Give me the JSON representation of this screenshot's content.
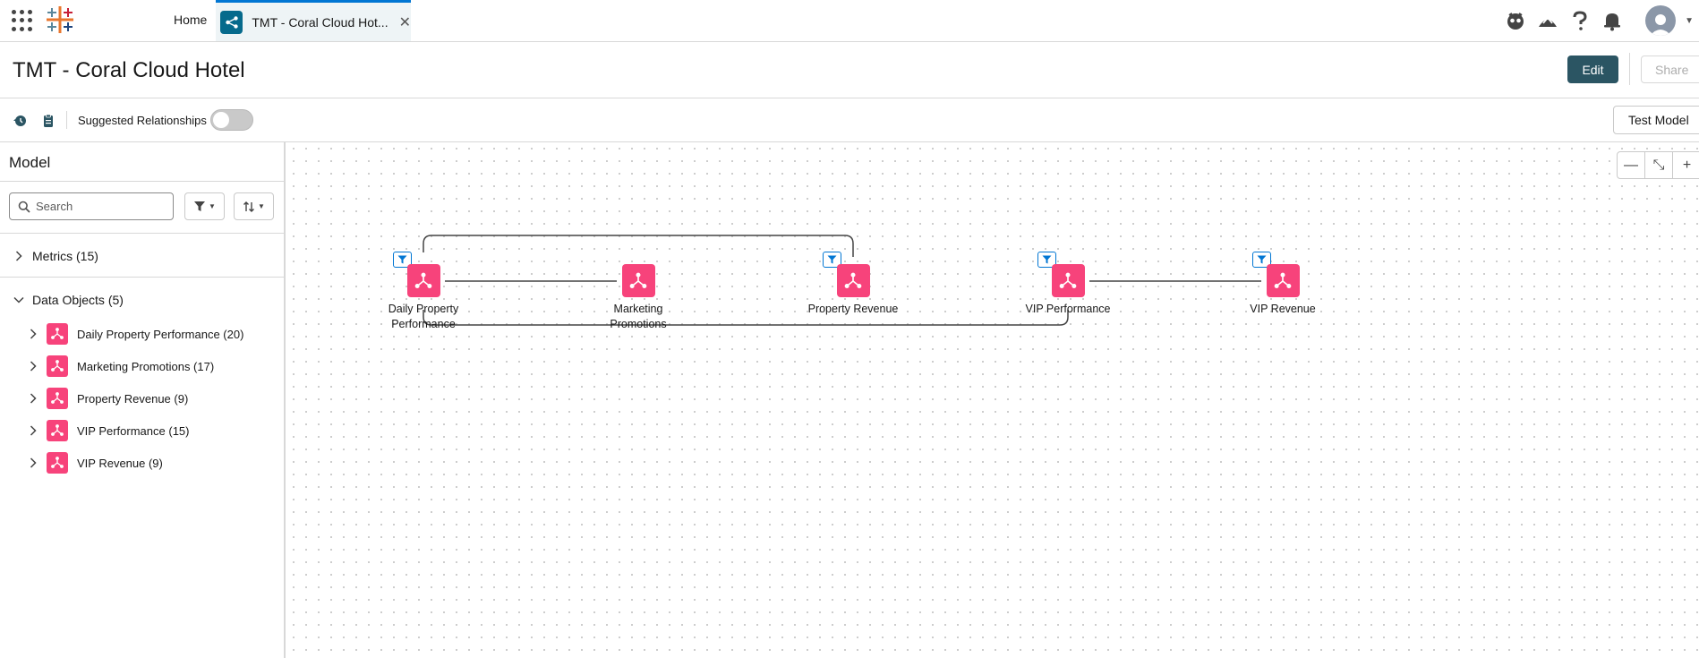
{
  "nav": {
    "home_label": "Home",
    "active_tab_label": "TMT - Coral Cloud Hot...",
    "close_glyph": "✕",
    "icons": [
      "app-launcher-icon",
      "tableau-logo",
      "einstein-icon",
      "trailhead-icon",
      "help-icon",
      "notifications-icon",
      "avatar"
    ]
  },
  "page": {
    "title": "TMT - Coral Cloud Hotel",
    "edit_label": "Edit",
    "share_label": "Share"
  },
  "toolbar": {
    "suggested_label": "Suggested Relationships",
    "suggested_on": false,
    "test_model_label": "Test Model"
  },
  "sidebar": {
    "title": "Model",
    "search_placeholder": "Search",
    "metrics_label": "Metrics (15)",
    "data_objects_label": "Data Objects (5)",
    "objects": [
      {
        "label": "Daily Property Performance (20)"
      },
      {
        "label": "Marketing Promotions (17)"
      },
      {
        "label": "Property Revenue (9)"
      },
      {
        "label": "VIP Performance (15)"
      },
      {
        "label": "VIP Revenue (9)"
      }
    ]
  },
  "canvas": {
    "zoom_out": "—",
    "fit": "⤡",
    "zoom_in": "+",
    "nodes": [
      {
        "line1": "Daily Property",
        "line2": "Performance",
        "filter": true
      },
      {
        "line1": "Marketing",
        "line2": "Promotions",
        "filter": false
      },
      {
        "line1": "Property Revenue",
        "line2": "",
        "filter": true
      },
      {
        "line1": "VIP Performance",
        "line2": "",
        "filter": true
      },
      {
        "line1": "VIP Revenue",
        "line2": "",
        "filter": true
      }
    ]
  },
  "colors": {
    "accent": "#0176d3",
    "object_pink": "#f7437b",
    "edit_button": "#2b5563"
  }
}
